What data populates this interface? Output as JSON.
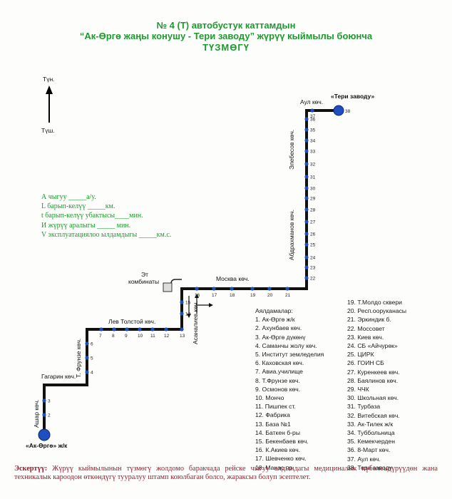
{
  "title": {
    "line1": "№ 4 (Т) автобустук каттамдын",
    "line2": "“Ак-Өргө жаңы конушу  - Тери заводу” жүрүү кыймылы боюнча",
    "line3": "ТҮЗМӨГҮ"
  },
  "compass": {
    "north": "Түн.",
    "south": "Түш."
  },
  "params": [
    "А чыгуу _____а/у.",
    "L барып-келүү _____км.",
    "t барып-келүү убактысы____мин.",
    "И жүрүү аралыгы _____ мин.",
    "V эксплуатациялоо ылдамдыгы _____км.с."
  ],
  "terminals": {
    "start": "«Ак-Өргө» ж/к",
    "end": "«Тери заводу»"
  },
  "streets": {
    "aul": "Аул көч.",
    "elebesov": "Элебесов көч.",
    "abdrakhmanov": "Абдрахманов көч.",
    "moskva": "Москва көч.",
    "et": "Эт",
    "kombinat": "комбинаты",
    "lev_tolstoy": "Лев Толстой көч.",
    "asanaliev": "Асаналиев көч.",
    "t_frunze": "Т. Фрунзе көч.",
    "gagarin": "Гагарин көч.",
    "ashar": "Ашар көч."
  },
  "stops_title": "Аялдамалар:",
  "stops_left": [
    "1. Ак-Өргө ж/к",
    "2. Ахунбаев көч.",
    "3. Ак-Өргө дүкөнү",
    "4. Саманчы жолу көч.",
    "5. Институт земледелия",
    "6. Каховская көч.",
    "7. Авиа.училище",
    "8. Т.Фрунзе көч.",
    "9. Осмонов көч.",
    "10. Мончо",
    "11. Пишпек ст.",
    "12. Фабрика",
    "13. База №1",
    "14. Баткен б-ры",
    "15. Бекенбаев көч.",
    "16. К.Акиев көч.",
    "17. Шевченко көч.",
    "18. Манас пр."
  ],
  "stops_right": [
    "19. Т.Молдо сквери",
    "20. Респ.ооруканасы",
    "21. Эркиндик б.",
    "22. Моссовет",
    "23. Киев көч.",
    "24. СБ «Айчурөк»",
    "25. ЦИРК",
    "26. ГОИН СБ",
    "27. Куренкеев көч.",
    "28. Баялинов көч.",
    "29. ЧЧК",
    "30. Школьная көч.",
    "31. Турбаза",
    "32. Витебская көч.",
    "33. Ак-Тилек ж/к",
    "34. Туббольница",
    "35. Кемекчерден",
    "36. 8-Март көч.",
    "37. Аул көч.",
    "38. Тери заводу"
  ],
  "note": {
    "label": "Эскертүү:",
    "text": " Жүрүү кыймылынын түзмөгү жолдомо баракчада рейске чыгуу алдындагы медициналык күбөлөндүрүүдөн жана техникалык кароодон өткөндүгү тууралуу штамп коюлбаган болсо, жараксыз болуп эсептелет."
  },
  "stop_numbers": [
    "1",
    "2",
    "3",
    "4",
    "5",
    "6",
    "7",
    "8",
    "9",
    "10",
    "11",
    "12",
    "13",
    "14",
    "15",
    "16",
    "17",
    "18",
    "19",
    "20",
    "21",
    "22",
    "23",
    "24",
    "25",
    "26",
    "27",
    "28",
    "29",
    "30",
    "31",
    "32",
    "33",
    "34",
    "35",
    "36",
    "37",
    "38"
  ],
  "colors": {
    "title": "#1d9a2e",
    "route": "#111111",
    "stop": "#1f4fbf",
    "note": "#9b1c2c"
  }
}
